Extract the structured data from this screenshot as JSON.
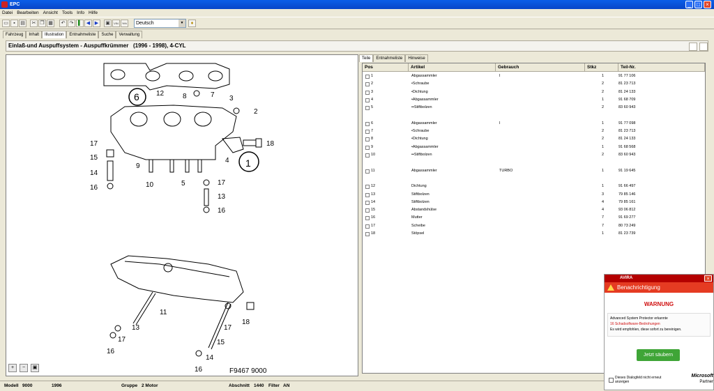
{
  "window": {
    "title": "EPC"
  },
  "menu": [
    "Datei",
    "Bearbeiten",
    "Ansicht",
    "Tools",
    "Info",
    "Hilfe"
  ],
  "toolbar": {
    "language": "Deutsch"
  },
  "nav_tabs": [
    "Fahrzeug",
    "Inhalt",
    "Illustration",
    "Entnahmeliste",
    "Suche",
    "Verwaltung"
  ],
  "header": {
    "title": "Einlaß-und Auspuffsystem - Auspuffkrümmer   (1996 - 1998), 4-CYL"
  },
  "illustration": {
    "code": "F9467 9000",
    "callouts": [
      "12",
      "6",
      "8",
      "7",
      "3",
      "2",
      "17",
      "15",
      "14",
      "16",
      "9",
      "10",
      "5",
      "4",
      "1",
      "18",
      "17",
      "13",
      "16",
      "11",
      "13",
      "17",
      "16",
      "18",
      "17",
      "15",
      "14",
      "16"
    ]
  },
  "sub_tabs": [
    "Teile",
    "Entnahmeliste",
    "Hinweise"
  ],
  "table": {
    "columns": [
      "Pos",
      "Artikel",
      "Gebrauch",
      "Stkz",
      "Teil-Nr."
    ],
    "rows": [
      {
        "pos": "1",
        "artikel": "Abgassammler",
        "gebrauch": "I",
        "stkz": "1",
        "teil": "91 77 106"
      },
      {
        "pos": "2",
        "artikel": "•Schraube",
        "gebrauch": "",
        "stkz": "2",
        "teil": "81 23 713"
      },
      {
        "pos": "3",
        "artikel": "•Dichtung",
        "gebrauch": "",
        "stkz": "2",
        "teil": "81 24 133"
      },
      {
        "pos": "4",
        "artikel": "•Abgassammler",
        "gebrauch": "",
        "stkz": "1",
        "teil": "91 68 709"
      },
      {
        "pos": "5",
        "artikel": "••Stiftbolzen",
        "gebrauch": "",
        "stkz": "2",
        "teil": "83 60 943"
      },
      {
        "pos": "6",
        "artikel": "Abgassammler",
        "gebrauch": "I",
        "stkz": "1",
        "teil": "91 77 098"
      },
      {
        "pos": "7",
        "artikel": "•Schraube",
        "gebrauch": "",
        "stkz": "2",
        "teil": "81 23 713"
      },
      {
        "pos": "8",
        "artikel": "•Dichtung",
        "gebrauch": "",
        "stkz": "2",
        "teil": "81 24 133"
      },
      {
        "pos": "9",
        "artikel": "•Abgassammler",
        "gebrauch": "",
        "stkz": "1",
        "teil": "91 68 568"
      },
      {
        "pos": "10",
        "artikel": "••Stiftbolzen",
        "gebrauch": "",
        "stkz": "2",
        "teil": "83 60 943"
      },
      {
        "pos": "11",
        "artikel": "Abgassammler",
        "gebrauch": "TURBO",
        "stkz": "1",
        "teil": "91 19 645"
      },
      {
        "pos": "12",
        "artikel": "Dichtung",
        "gebrauch": "",
        "stkz": "1",
        "teil": "91 66 497"
      },
      {
        "pos": "13",
        "artikel": "Stiftbolzen",
        "gebrauch": "",
        "stkz": "3",
        "teil": "79 85 146"
      },
      {
        "pos": "14",
        "artikel": "Stiftbolzen",
        "gebrauch": "",
        "stkz": "4",
        "teil": "79 85 161"
      },
      {
        "pos": "15",
        "artikel": "Abstandshülse",
        "gebrauch": "",
        "stkz": "4",
        "teil": "93 06 812"
      },
      {
        "pos": "16",
        "artikel": "Mutter",
        "gebrauch": "",
        "stkz": "7",
        "teil": "91 69 277"
      },
      {
        "pos": "17",
        "artikel": "Scheibe",
        "gebrauch": "",
        "stkz": "7",
        "teil": "80 73 249"
      },
      {
        "pos": "18",
        "artikel": "Stöpsel",
        "gebrauch": "",
        "stkz": "1",
        "teil": "81 23 739"
      }
    ]
  },
  "status": {
    "modell_label": "Modell",
    "modell": "9000",
    "year": "1996",
    "gruppe_label": "Gruppe",
    "gruppe": "2 Motor",
    "abschnitt_label": "Abschnitt",
    "abschnitt": "1440",
    "filter_label": "Filter",
    "filter": "AN"
  },
  "avira": {
    "brand": "AVIRA",
    "heading": "Benachrichtigung",
    "warning": "WARNUNG",
    "msg1": "Advanced System Protector erkannte",
    "msg2": "16 Schadsoftware-Bedrohungen",
    "msg3": "Es wird empfohlen, diese sofort zu bereinigen.",
    "button": "Jetzt säubern",
    "checkbox": "Dieses Dialogfeld nicht erneut anzeigen",
    "partner1": "Microsoft",
    "partner2": "Partner"
  },
  "colors": {
    "titlebar": "#0a5ee8",
    "avira_red": "#b40000",
    "warning": "#d01010",
    "button": "#3fa537"
  }
}
